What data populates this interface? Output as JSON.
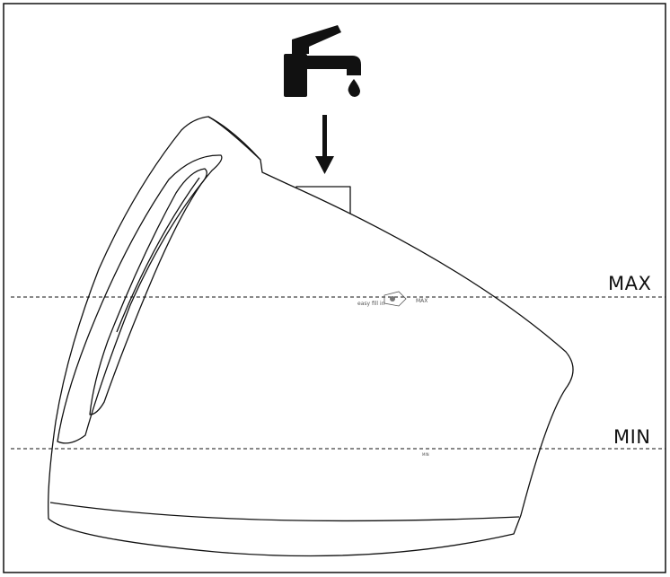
{
  "labels": {
    "max": "MAX",
    "min": "MIN",
    "embossed_brand": "easy fill in",
    "embossed_max": "MAX",
    "embossed_min": "MIN"
  },
  "icons": [
    "tap-icon",
    "water-drop-icon",
    "arrow-down-icon",
    "kettle-illustration"
  ],
  "colors": {
    "line": "#111111",
    "background": "#ffffff"
  }
}
